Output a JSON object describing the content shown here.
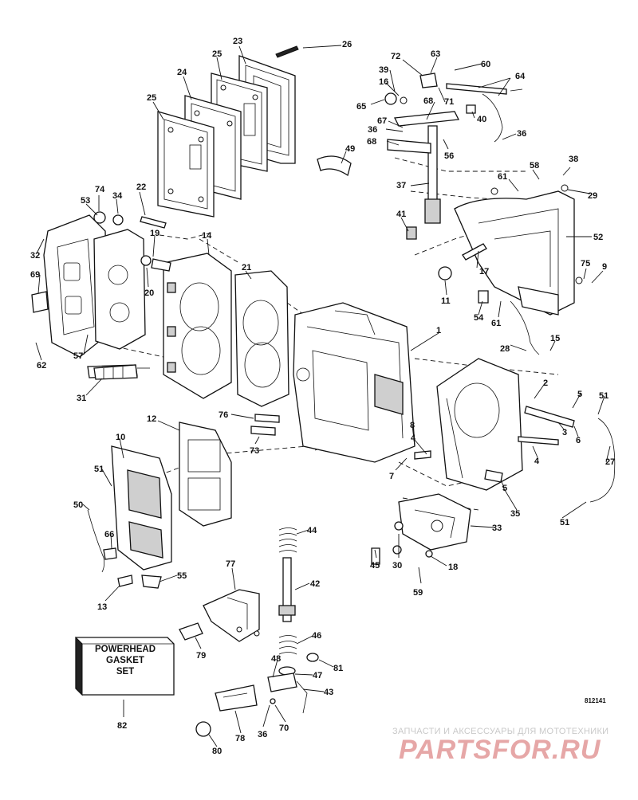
{
  "diagram": {
    "gasket_set_label": [
      "POWERHEAD",
      "GASKET",
      "SET"
    ],
    "drawing_code": "812141",
    "watermark": {
      "tagline": "ЗАПЧАСТИ И АКСЕССУАРЫ ДЛЯ МОТОТЕХНИКИ",
      "logo": "PARTSFOR.RU"
    },
    "callouts": [
      {
        "id": "23",
        "label": "23"
      },
      {
        "id": "26",
        "label": "26"
      },
      {
        "id": "24",
        "label": "24"
      },
      {
        "id": "25a",
        "label": "25"
      },
      {
        "id": "25b",
        "label": "25"
      },
      {
        "id": "72",
        "label": "72"
      },
      {
        "id": "63",
        "label": "63"
      },
      {
        "id": "60",
        "label": "60"
      },
      {
        "id": "64",
        "label": "64"
      },
      {
        "id": "39",
        "label": "39"
      },
      {
        "id": "16",
        "label": "16"
      },
      {
        "id": "65",
        "label": "65"
      },
      {
        "id": "68a",
        "label": "68"
      },
      {
        "id": "71",
        "label": "71"
      },
      {
        "id": "40",
        "label": "40"
      },
      {
        "id": "67",
        "label": "67"
      },
      {
        "id": "36a",
        "label": "36"
      },
      {
        "id": "36b",
        "label": "36"
      },
      {
        "id": "68b",
        "label": "68"
      },
      {
        "id": "56",
        "label": "56"
      },
      {
        "id": "49",
        "label": "49"
      },
      {
        "id": "37",
        "label": "37"
      },
      {
        "id": "38",
        "label": "38"
      },
      {
        "id": "58",
        "label": "58"
      },
      {
        "id": "61a",
        "label": "61"
      },
      {
        "id": "29",
        "label": "29"
      },
      {
        "id": "74",
        "label": "74"
      },
      {
        "id": "22",
        "label": "22"
      },
      {
        "id": "53",
        "label": "53"
      },
      {
        "id": "34",
        "label": "34"
      },
      {
        "id": "41",
        "label": "41"
      },
      {
        "id": "52",
        "label": "52"
      },
      {
        "id": "19",
        "label": "19"
      },
      {
        "id": "14",
        "label": "14"
      },
      {
        "id": "32",
        "label": "32"
      },
      {
        "id": "17",
        "label": "17"
      },
      {
        "id": "75",
        "label": "75"
      },
      {
        "id": "9",
        "label": "9"
      },
      {
        "id": "21",
        "label": "21"
      },
      {
        "id": "20",
        "label": "20"
      },
      {
        "id": "69",
        "label": "69"
      },
      {
        "id": "11",
        "label": "11"
      },
      {
        "id": "54",
        "label": "54"
      },
      {
        "id": "61b",
        "label": "61"
      },
      {
        "id": "15",
        "label": "15"
      },
      {
        "id": "1",
        "label": "1"
      },
      {
        "id": "28",
        "label": "28"
      },
      {
        "id": "62",
        "label": "62"
      },
      {
        "id": "57",
        "label": "57"
      },
      {
        "id": "31",
        "label": "31"
      },
      {
        "id": "2",
        "label": "2"
      },
      {
        "id": "5a",
        "label": "5"
      },
      {
        "id": "51a",
        "label": "51"
      },
      {
        "id": "3",
        "label": "3"
      },
      {
        "id": "6",
        "label": "6"
      },
      {
        "id": "76",
        "label": "76"
      },
      {
        "id": "12",
        "label": "12"
      },
      {
        "id": "8",
        "label": "8"
      },
      {
        "id": "4a",
        "label": "4"
      },
      {
        "id": "73",
        "label": "73"
      },
      {
        "id": "10",
        "label": "10"
      },
      {
        "id": "7",
        "label": "7"
      },
      {
        "id": "4b",
        "label": "4"
      },
      {
        "id": "27",
        "label": "27"
      },
      {
        "id": "51b",
        "label": "51"
      },
      {
        "id": "5b",
        "label": "5"
      },
      {
        "id": "35",
        "label": "35"
      },
      {
        "id": "50",
        "label": "50"
      },
      {
        "id": "51c",
        "label": "51"
      },
      {
        "id": "44",
        "label": "44"
      },
      {
        "id": "33",
        "label": "33"
      },
      {
        "id": "66",
        "label": "66"
      },
      {
        "id": "30",
        "label": "30"
      },
      {
        "id": "45",
        "label": "45"
      },
      {
        "id": "18",
        "label": "18"
      },
      {
        "id": "59",
        "label": "59"
      },
      {
        "id": "55",
        "label": "55"
      },
      {
        "id": "13",
        "label": "13"
      },
      {
        "id": "77",
        "label": "77"
      },
      {
        "id": "42",
        "label": "42"
      },
      {
        "id": "79",
        "label": "79"
      },
      {
        "id": "46",
        "label": "46"
      },
      {
        "id": "81",
        "label": "81"
      },
      {
        "id": "48",
        "label": "48"
      },
      {
        "id": "47",
        "label": "47"
      },
      {
        "id": "43",
        "label": "43"
      },
      {
        "id": "82",
        "label": "82"
      },
      {
        "id": "36c",
        "label": "36"
      },
      {
        "id": "70",
        "label": "70"
      },
      {
        "id": "78",
        "label": "78"
      },
      {
        "id": "80",
        "label": "80"
      }
    ]
  }
}
